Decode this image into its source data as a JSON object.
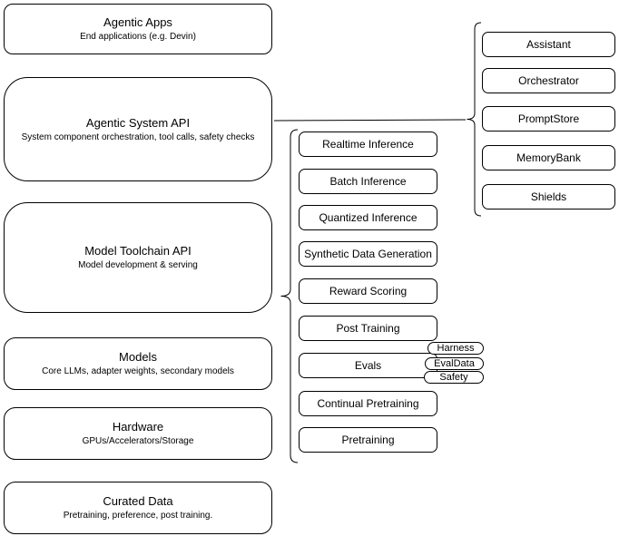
{
  "diagram": {
    "stack_layers": [
      {
        "title": "Agentic Apps",
        "subtitle": "End applications (e.g. Devin)"
      },
      {
        "title": "Agentic System API",
        "subtitle": "System component orchestration, tool calls, safety checks"
      },
      {
        "title": "Model Toolchain API",
        "subtitle": "Model development & serving"
      },
      {
        "title": "Models",
        "subtitle": "Core LLMs, adapter weights, secondary models"
      },
      {
        "title": "Hardware",
        "subtitle": "GPUs/Accelerators/Storage"
      },
      {
        "title": "Curated Data",
        "subtitle": "Pretraining, preference, post training."
      }
    ],
    "toolchain_services": [
      "Realtime Inference",
      "Batch Inference",
      "Quantized Inference",
      "Synthetic Data Generation",
      "Reward Scoring",
      "Post Training",
      "Evals",
      "Continual Pretraining",
      "Pretraining"
    ],
    "evals_tags": [
      "Harness",
      "EvalData",
      "Safety"
    ],
    "system_components": [
      "Assistant",
      "Orchestrator",
      "PromptStore",
      "MemoryBank",
      "Shields"
    ],
    "colors": {
      "stroke": "#000000",
      "fill": "#ffffff",
      "text": "#000000"
    }
  }
}
